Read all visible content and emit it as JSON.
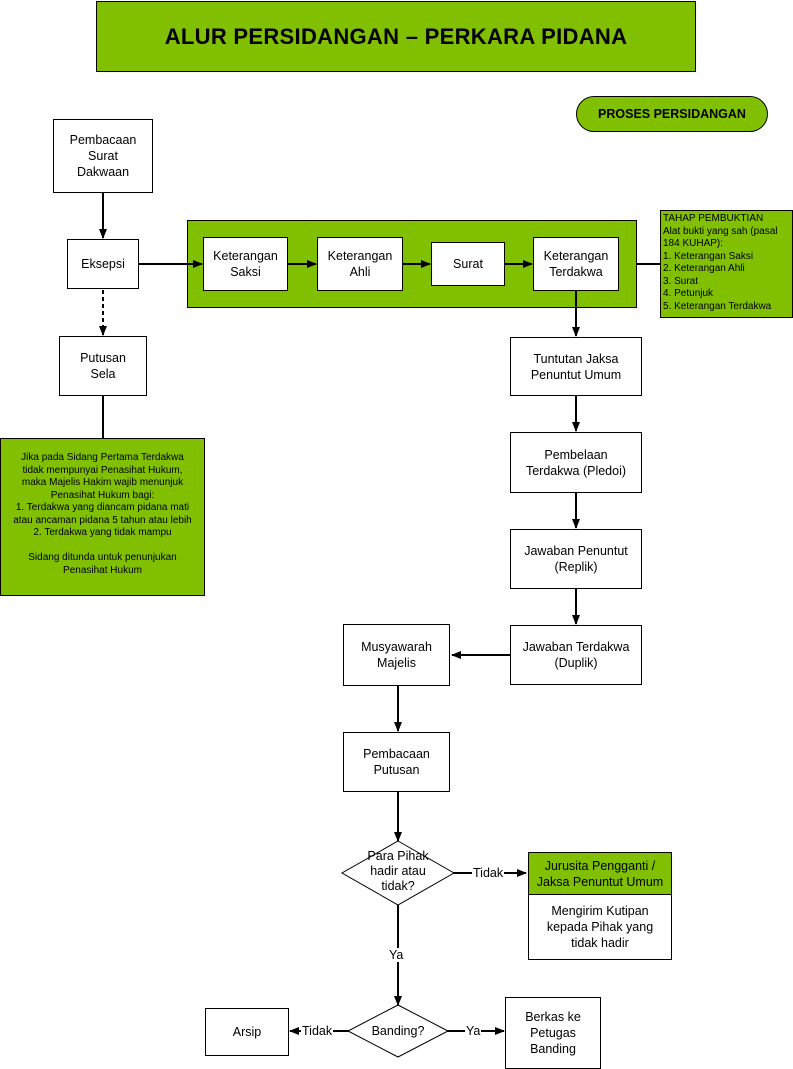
{
  "title": "ALUR PERSIDANGAN – PERKARA PIDANA",
  "section_badge": "PROSES PERSIDANGAN",
  "nodes": {
    "pembacaan_dakwaan": "Pembacaan\nSurat\nDakwaan",
    "eksepsi": "Eksepsi",
    "putusan_sela": "Putusan\nSela",
    "keterangan_saksi": "Keterangan\nSaksi",
    "keterangan_ahli": "Keterangan\nAhli",
    "surat": "Surat",
    "keterangan_terdakwa": "Keterangan\nTerdakwa",
    "tuntutan": "Tuntutan Jaksa\nPenuntut Umum",
    "pembelaan": "Pembelaan\nTerdakwa (Pledoi)",
    "jawaban_penuntut": "Jawaban Penuntut\n(Replik)",
    "jawaban_terdakwa": "Jawaban Terdakwa\n(Duplik)",
    "musyawarah": "Musyawarah\nMajelis",
    "pembacaan_putusan": "Pembacaan\nPutusan",
    "para_pihak": "Para Pihak\nhadir atau\ntidak?",
    "jurusita_header": "Jurusita Pengganti /\nJaksa Penuntut Umum",
    "jurusita_body": "Mengirim Kutipan\nkepada Pihak yang\ntidak hadir",
    "banding": "Banding?",
    "arsip": "Arsip",
    "berkas": "Berkas ke\nPetugas\nBanding"
  },
  "notes": {
    "tahap_pembuktian": "TAHAP PEMBUKTIAN\nAlat bukti yang sah (pasal\n184 KUHAP):\n1. Keterangan Saksi\n2. Keterangan Ahli\n3. Surat\n4. Petunjuk\n5. Keterangan Terdakwa",
    "penasihat_hukum": "Jika pada Sidang Pertama Terdakwa\ntidak mempunyai Penasihat Hukum,\nmaka Majelis Hakim wajib menunjuk\nPenasihat Hukum bagi:\n1. Terdakwa yang diancam pidana mati\natau ancaman pidana 5 tahun atau lebih\n2. Terdakwa yang tidak mampu\n\nSidang ditunda untuk penunjukan\nPenasihat Hukum"
  },
  "edge_labels": {
    "tidak_1": "Tidak",
    "ya_1": "Ya",
    "tidak_2": "Tidak",
    "ya_2": "Ya"
  },
  "colors": {
    "green": "#80c000",
    "border": "#000000"
  }
}
